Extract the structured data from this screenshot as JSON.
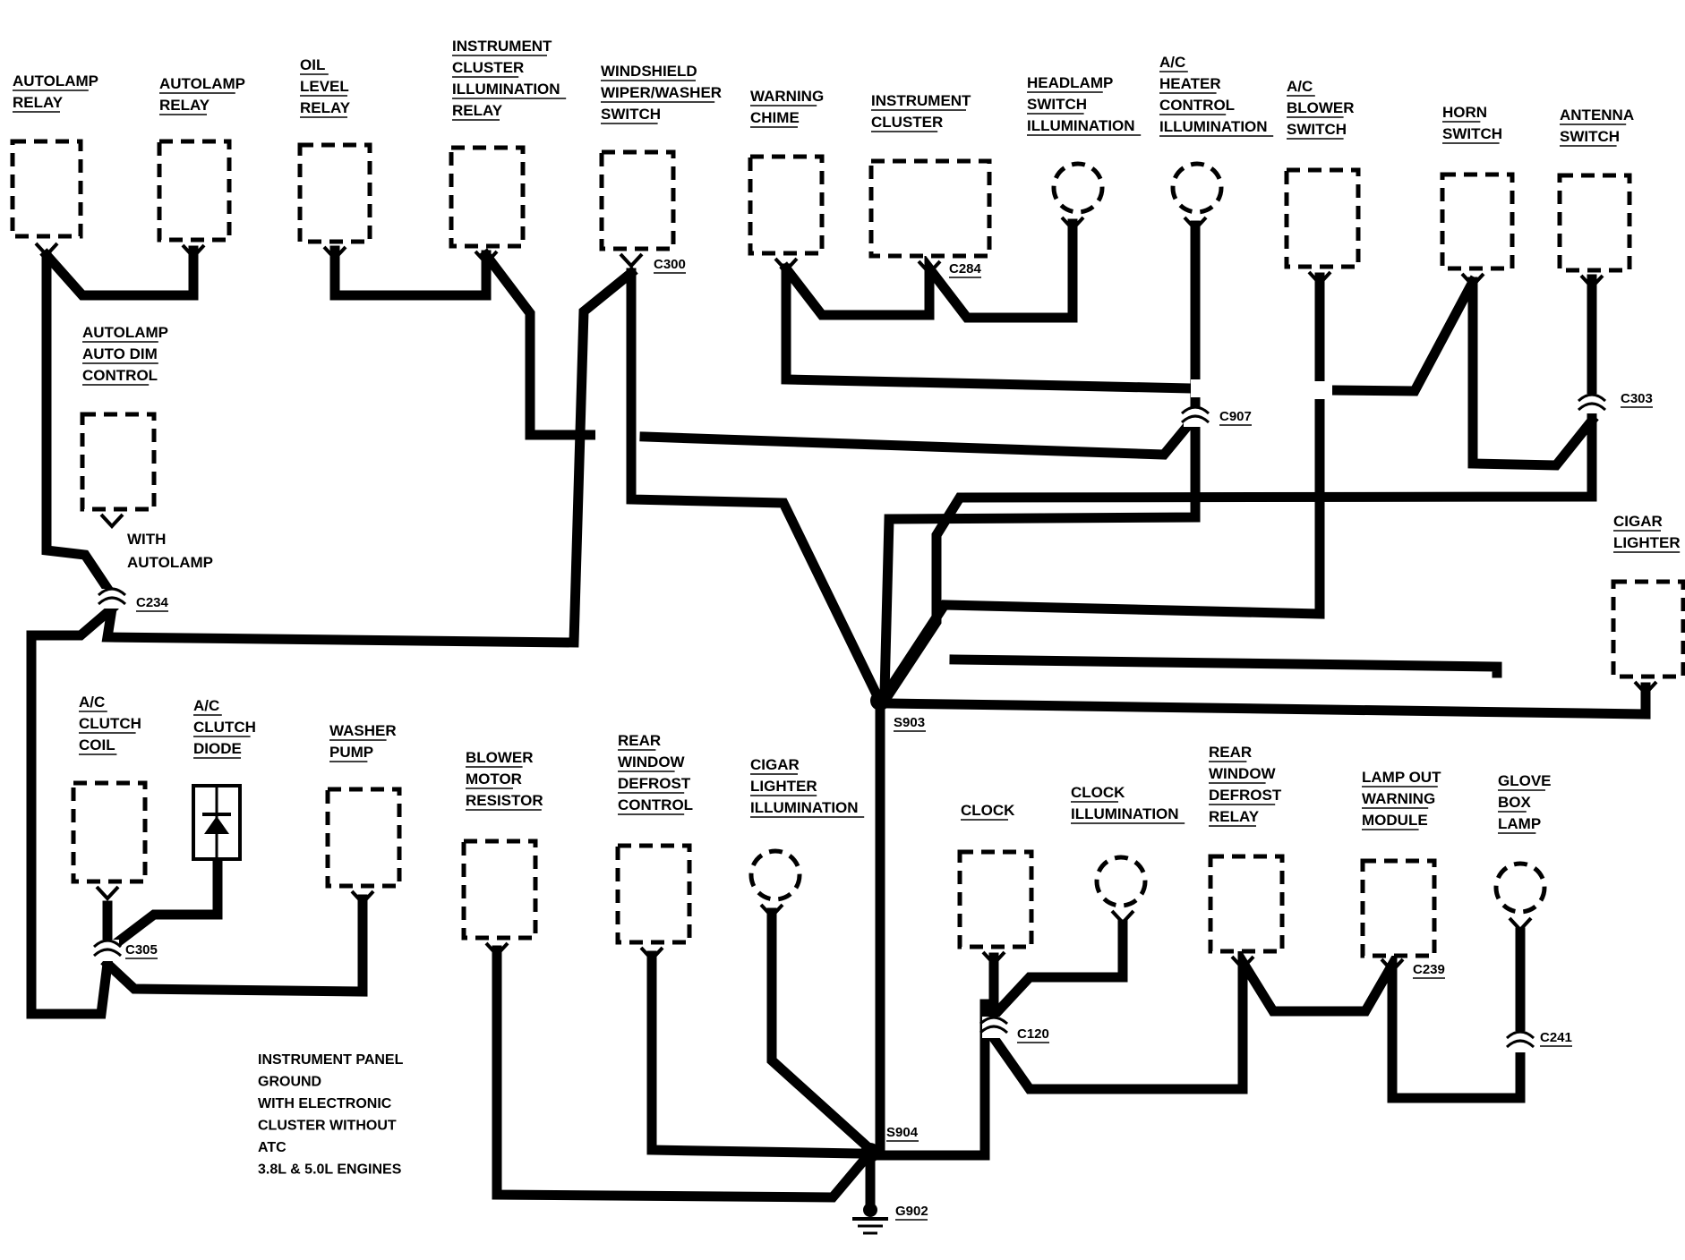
{
  "title_note": [
    "INSTRUMENT PANEL",
    "GROUND",
    "WITH ELECTRONIC",
    "CLUSTER WITHOUT",
    "ATC",
    "3.8L & 5.0L ENGINES"
  ],
  "components": {
    "autolamp_relay_1": [
      "AUTOLAMP",
      "RELAY"
    ],
    "autolamp_relay_2": [
      "AUTOLAMP",
      "RELAY"
    ],
    "oil_level_relay": [
      "OIL",
      "LEVEL",
      "RELAY"
    ],
    "instrument_cluster_illumination_relay": [
      "INSTRUMENT",
      "CLUSTER",
      "ILLUMINATION",
      "RELAY"
    ],
    "windshield_wiper_washer_switch": [
      "WINDSHIELD",
      "WIPER/WASHER",
      "SWITCH"
    ],
    "warning_chime": [
      "WARNING",
      "CHIME"
    ],
    "instrument_cluster": [
      "INSTRUMENT",
      "CLUSTER"
    ],
    "headlamp_switch_illumination": [
      "HEADLAMP",
      "SWITCH",
      "ILLUMINATION"
    ],
    "ac_heater_control_illumination": [
      "A/C",
      "HEATER",
      "CONTROL",
      "ILLUMINATION"
    ],
    "ac_blower_switch": [
      "A/C",
      "BLOWER",
      "SWITCH"
    ],
    "horn_switch": [
      "HORN",
      "SWITCH"
    ],
    "antenna_switch": [
      "ANTENNA",
      "SWITCH"
    ],
    "autolamp_auto_dim_control": [
      "AUTOLAMP",
      "AUTO DIM",
      "CONTROL"
    ],
    "cigar_lighter": [
      "CIGAR",
      "LIGHTER"
    ],
    "ac_clutch_coil": [
      "A/C",
      "CLUTCH",
      "COIL"
    ],
    "ac_clutch_diode": [
      "A/C",
      "CLUTCH",
      "DIODE"
    ],
    "washer_pump": [
      "WASHER",
      "PUMP"
    ],
    "blower_motor_resistor": [
      "BLOWER",
      "MOTOR",
      "RESISTOR"
    ],
    "rear_window_defrost_control": [
      "REAR",
      "WINDOW",
      "DEFROST",
      "CONTROL"
    ],
    "cigar_lighter_illumination": [
      "CIGAR",
      "LIGHTER",
      "ILLUMINATION"
    ],
    "clock": [
      "CLOCK"
    ],
    "clock_illumination": [
      "CLOCK",
      "ILLUMINATION"
    ],
    "rear_window_defrost_relay": [
      "REAR",
      "WINDOW",
      "DEFROST",
      "RELAY"
    ],
    "lamp_out_warning_module": [
      "LAMP OUT",
      "WARNING",
      "MODULE"
    ],
    "glove_box_lamp": [
      "GLOVE",
      "BOX",
      "LAMP"
    ]
  },
  "with_autolamp": [
    "WITH",
    "AUTOLAMP"
  ],
  "connectors": {
    "c300": "C300",
    "c284": "C284",
    "c907": "C907",
    "c303": "C303",
    "c234": "C234",
    "c305": "C305",
    "c120": "C120",
    "c239": "C239",
    "c241": "C241"
  },
  "splices": {
    "s903": "S903",
    "s904": "S904"
  },
  "ground": "G902"
}
